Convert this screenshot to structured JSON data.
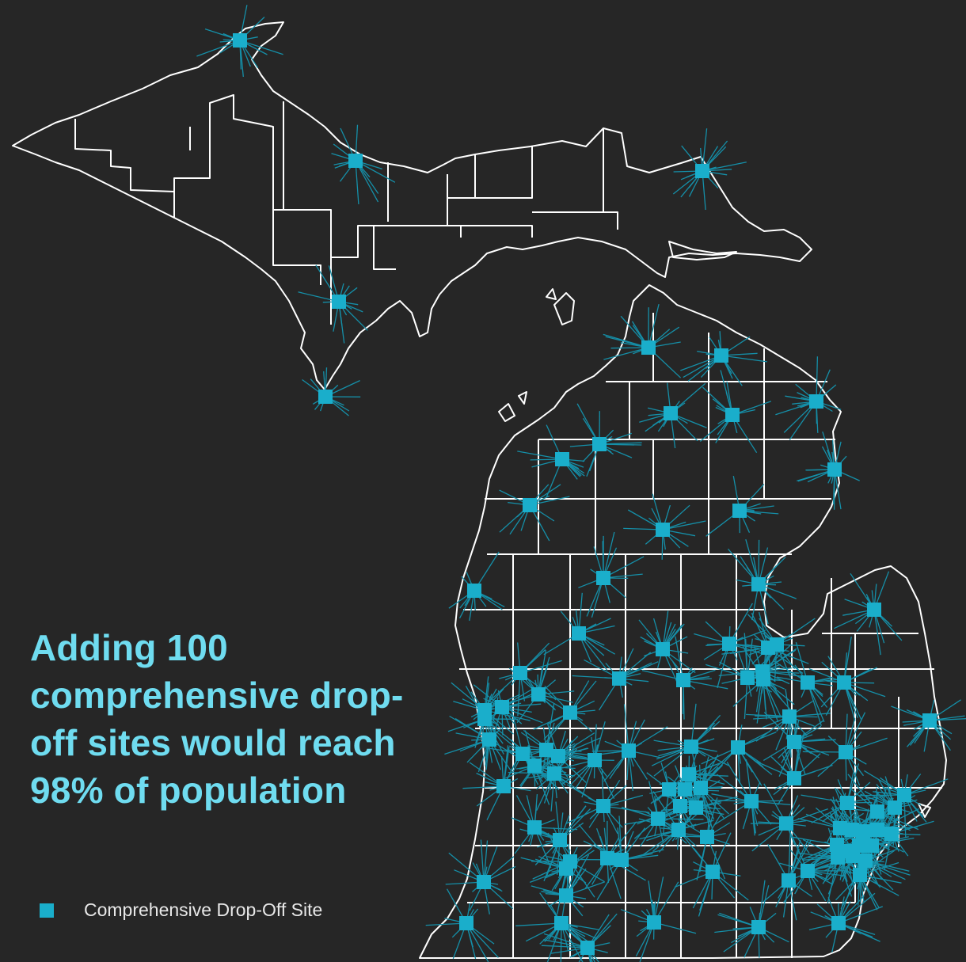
{
  "headline": "Adding 100 comprehensive drop-off sites would reach 98% of population",
  "legend": {
    "label": "Comprehensive Drop-Off Site",
    "marker_icon": "square-marker-icon"
  },
  "colors": {
    "background": "#262626",
    "outline": "#ffffff",
    "site": "#1aaecb",
    "spoke": "#158fa8",
    "headline": "#6fdcf0",
    "legend_text": "#e8e8e8"
  },
  "sites": [
    [
      303,
      51
    ],
    [
      449,
      203
    ],
    [
      887,
      216
    ],
    [
      428,
      381
    ],
    [
      411,
      501
    ],
    [
      819,
      439
    ],
    [
      911,
      449
    ],
    [
      847,
      522
    ],
    [
      925,
      524
    ],
    [
      1031,
      507
    ],
    [
      757,
      561
    ],
    [
      710,
      580
    ],
    [
      1054,
      593
    ],
    [
      669,
      638
    ],
    [
      934,
      645
    ],
    [
      837,
      669
    ],
    [
      762,
      730
    ],
    [
      599,
      746
    ],
    [
      958,
      738
    ],
    [
      1104,
      770
    ],
    [
      731,
      800
    ],
    [
      837,
      820
    ],
    [
      921,
      813
    ],
    [
      970,
      818
    ],
    [
      981,
      814
    ],
    [
      657,
      850
    ],
    [
      782,
      857
    ],
    [
      863,
      859
    ],
    [
      944,
      856
    ],
    [
      963,
      848
    ],
    [
      964,
      858
    ],
    [
      1020,
      862
    ],
    [
      1066,
      862
    ],
    [
      680,
      877
    ],
    [
      612,
      897
    ],
    [
      634,
      893
    ],
    [
      612,
      908
    ],
    [
      720,
      900
    ],
    [
      997,
      905
    ],
    [
      1174,
      910
    ],
    [
      618,
      934
    ],
    [
      660,
      952
    ],
    [
      690,
      947
    ],
    [
      705,
      955
    ],
    [
      751,
      960
    ],
    [
      794,
      948
    ],
    [
      873,
      943
    ],
    [
      932,
      944
    ],
    [
      1003,
      937
    ],
    [
      1068,
      950
    ],
    [
      675,
      967
    ],
    [
      700,
      977
    ],
    [
      636,
      993
    ],
    [
      870,
      978
    ],
    [
      845,
      997
    ],
    [
      865,
      997
    ],
    [
      885,
      995
    ],
    [
      1003,
      983
    ],
    [
      762,
      1018
    ],
    [
      859,
      1018
    ],
    [
      879,
      1020
    ],
    [
      949,
      1012
    ],
    [
      1070,
      1014
    ],
    [
      1108,
      1025
    ],
    [
      1130,
      1020
    ],
    [
      1142,
      1004
    ],
    [
      831,
      1034
    ],
    [
      857,
      1048
    ],
    [
      893,
      1057
    ],
    [
      993,
      1040
    ],
    [
      1061,
      1046
    ],
    [
      1076,
      1048
    ],
    [
      1090,
      1050
    ],
    [
      1108,
      1048
    ],
    [
      1126,
      1053
    ],
    [
      675,
      1045
    ],
    [
      707,
      1061
    ],
    [
      1057,
      1067
    ],
    [
      1068,
      1075
    ],
    [
      1085,
      1068
    ],
    [
      1101,
      1068
    ],
    [
      767,
      1084
    ],
    [
      785,
      1086
    ],
    [
      720,
      1088
    ],
    [
      715,
      1097
    ],
    [
      1058,
      1083
    ],
    [
      1077,
      1081
    ],
    [
      1093,
      1087
    ],
    [
      900,
      1101
    ],
    [
      1020,
      1100
    ],
    [
      996,
      1112
    ],
    [
      1086,
      1105
    ],
    [
      611,
      1114
    ],
    [
      715,
      1131
    ],
    [
      589,
      1166
    ],
    [
      709,
      1166
    ],
    [
      826,
      1165
    ],
    [
      958,
      1171
    ],
    [
      1059,
      1166
    ],
    [
      742,
      1197
    ]
  ]
}
